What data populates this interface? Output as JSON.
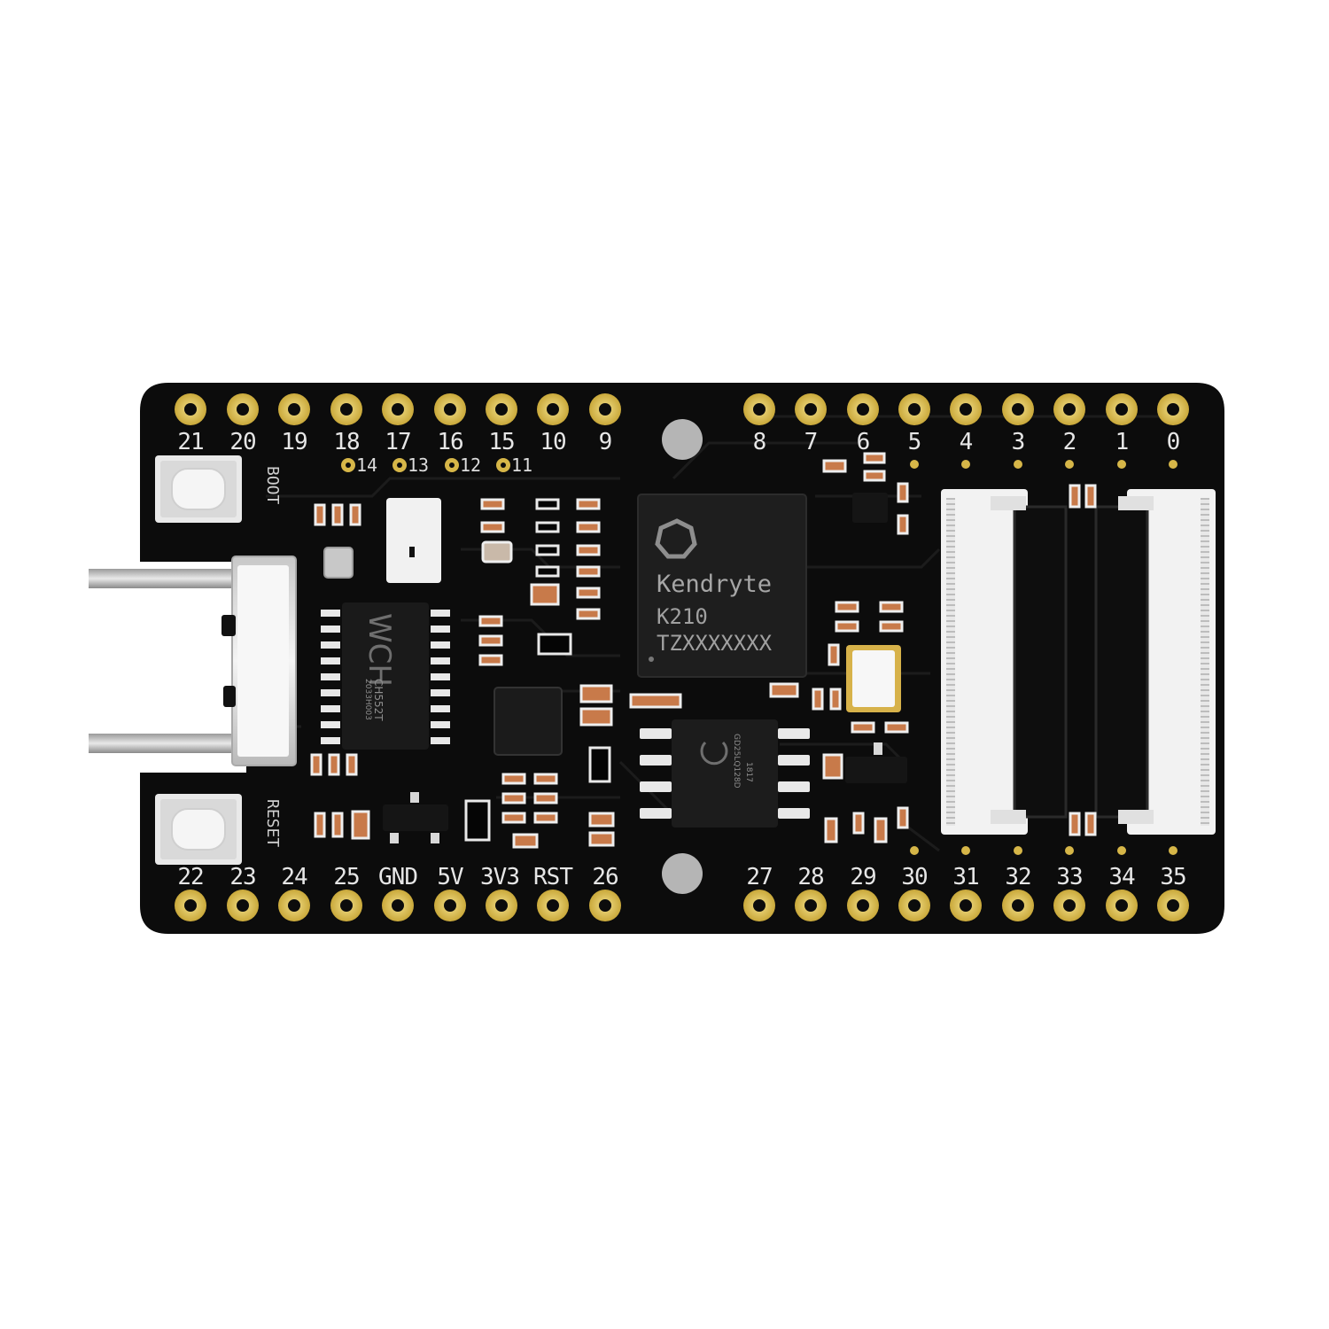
{
  "board": {
    "chip": {
      "brand": "Kendryte",
      "model": "K210",
      "serial": "TZXXXXXXX"
    },
    "usb_chip": {
      "brand": "WCH",
      "model": "CH552T",
      "code": "2033H003"
    },
    "flash_chip": {
      "model": "GD25LQ128D",
      "code": "1817"
    },
    "buttons": {
      "boot": "BOOT",
      "reset": "RESET"
    },
    "pins_top": [
      "21",
      "20",
      "19",
      "18",
      "17",
      "16",
      "15",
      "10",
      "9",
      "8",
      "7",
      "6",
      "5",
      "4",
      "3",
      "2",
      "1",
      "0"
    ],
    "pins_top_sub": [
      "14",
      "13",
      "12",
      "11"
    ],
    "pins_bottom": [
      "22",
      "23",
      "24",
      "25",
      "GND",
      "5V",
      "3V3",
      "RST",
      "26",
      "27",
      "28",
      "29",
      "30",
      "31",
      "32",
      "33",
      "34",
      "35"
    ]
  },
  "colors": {
    "pcb": "#0c0c0c",
    "gold": "#d6b648",
    "silk": "#e6e6e6",
    "smd": "#c87a4a",
    "connector": "#f2f2f2"
  }
}
